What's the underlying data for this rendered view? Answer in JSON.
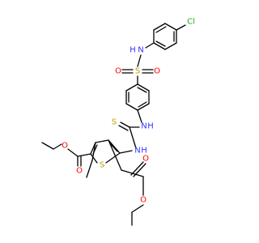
{
  "molecule": {
    "atoms": {
      "cl": "Cl",
      "nh_sulfonamide": "H",
      "n_sulfonamide": "N",
      "s_sulfonyl": "S",
      "o_sulfonyl_left": "O",
      "o_sulfonyl_right": "O",
      "s_thioxo": "S",
      "n_thiourea_upper": "N",
      "h_thiourea_upper": "H",
      "n_thiourea_lower": "N",
      "h_thiourea_lower": "H",
      "s_thiophene": "S",
      "o_ester_left_carbonyl": "O",
      "o_ester_left_ether": "O",
      "o_ester_right_carbonyl": "O",
      "o_ester_right_ether": "O"
    },
    "colors": {
      "carbon_bond": "#000000",
      "nitrogen": "#3333ff",
      "oxygen": "#ff0000",
      "sulfur": "#b8a000",
      "chlorine": "#1fb01f"
    }
  }
}
